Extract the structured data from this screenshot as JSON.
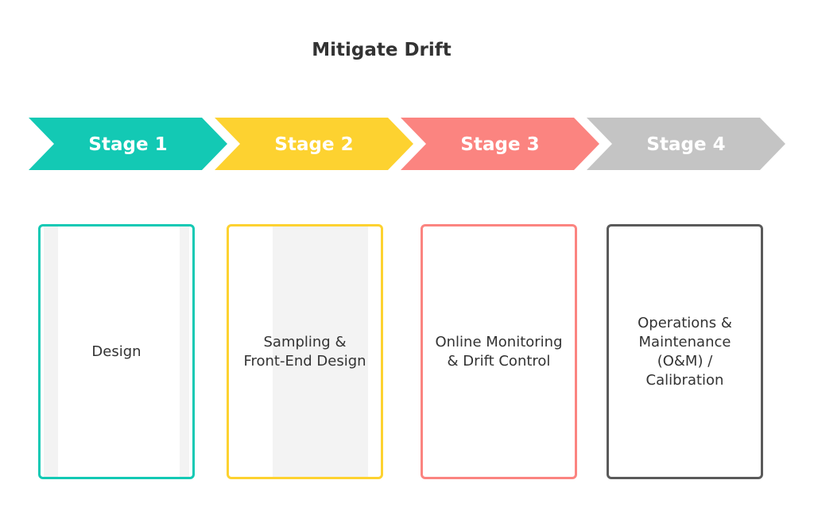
{
  "title": "Mitigate Drift",
  "stages": [
    {
      "label": "Stage 1",
      "color": "#13c9b4",
      "description": "Design"
    },
    {
      "label": "Stage 2",
      "color": "#fdd230",
      "description": "Sampling &\nFront-End Design"
    },
    {
      "label": "Stage 3",
      "color": "#fb8480",
      "description": "Online Monitoring\n& Drift Control"
    },
    {
      "label": "Stage 4",
      "color": "#c4c4c4",
      "description": "Operations &\nMaintenance\n(O&M) /\nCalibration"
    }
  ],
  "card_border_colors": [
    "#13c9b4",
    "#fdd230",
    "#fb8480",
    "#5a5a5a"
  ]
}
